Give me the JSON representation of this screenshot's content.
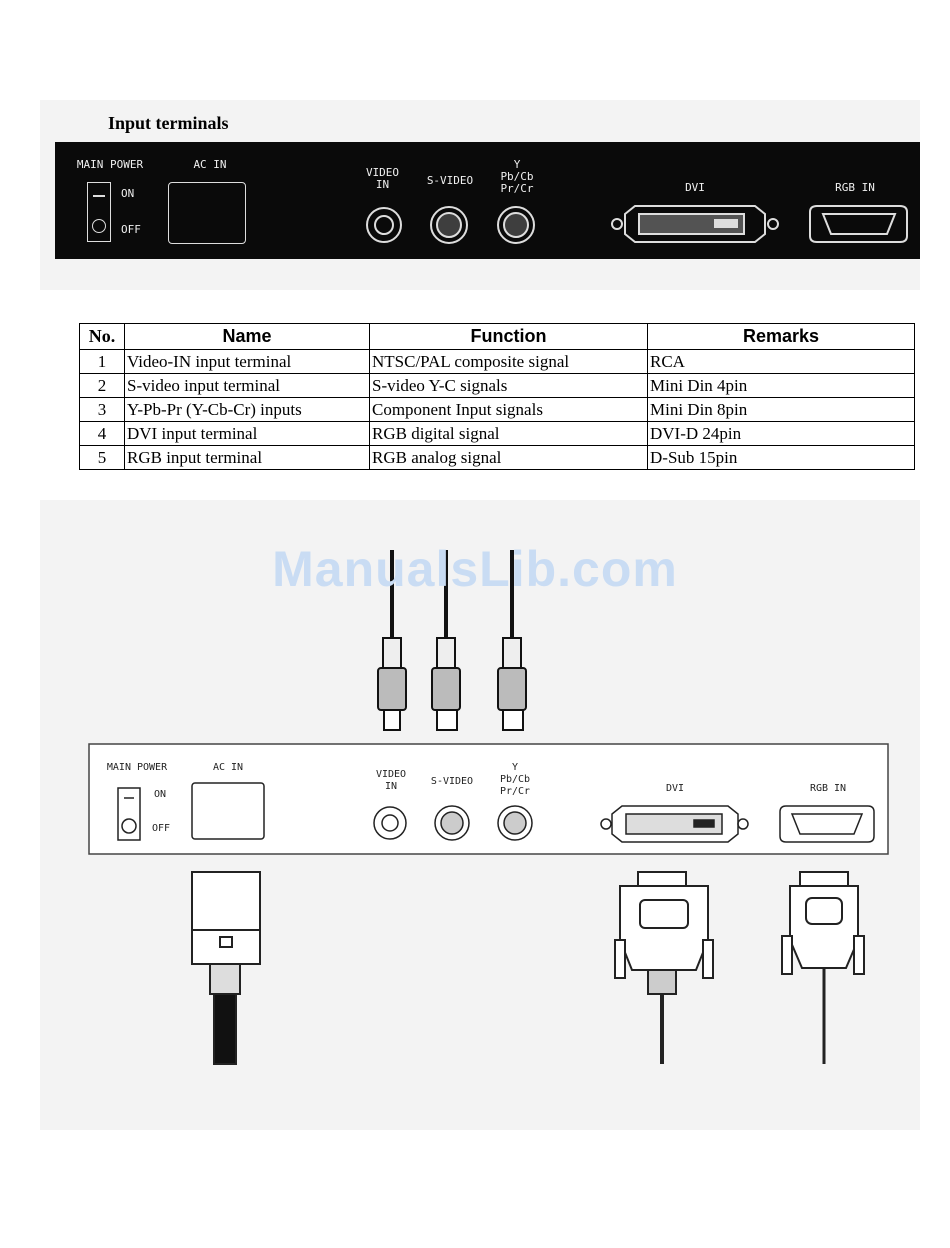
{
  "document": {
    "section_title": "Input terminals",
    "watermark": "ManualsLib.com"
  },
  "panel_labels": {
    "main_power": "MAIN POWER",
    "on": "ON",
    "off": "OFF",
    "ac_in": "AC IN",
    "video_in": "VIDEO\nIN",
    "s_video": "S-VIDEO",
    "component": "Y\nPb/Cb\nPr/Cr",
    "dvi": "DVI",
    "rgb_in": "RGB IN"
  },
  "table": {
    "headers": [
      "No.",
      "Name",
      "Function",
      "Remarks"
    ],
    "rows": [
      {
        "no": "1",
        "name": "Video-IN input terminal",
        "function": "NTSC/PAL composite signal",
        "remarks": "RCA"
      },
      {
        "no": "2",
        "name": "S-video input terminal",
        "function": "S-video Y-C signals",
        "remarks": "Mini Din 4pin"
      },
      {
        "no": "3",
        "name": "Y-Pb-Pr (Y-Cb-Cr) inputs",
        "function": "Component Input signals",
        "remarks": "Mini Din 8pin"
      },
      {
        "no": "4",
        "name": "DVI input terminal",
        "function": "RGB digital signal",
        "remarks": "DVI-D 24pin"
      },
      {
        "no": "5",
        "name": "RGB input terminal",
        "function": "RGB analog signal",
        "remarks": "D-Sub 15pin"
      }
    ]
  }
}
